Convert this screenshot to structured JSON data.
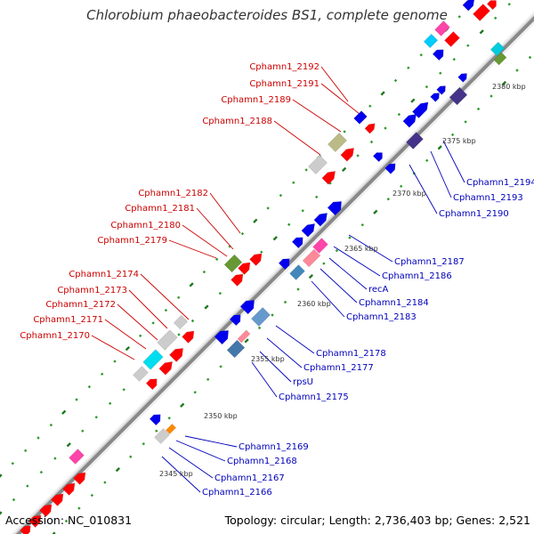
{
  "title": "Chlorobium phaeobacteroides BS1, complete genome",
  "footer": {
    "accession": "Accession: NC_010831",
    "summary": "Topology: circular; Length: 2,736,403 bp; Genes: 2,521"
  },
  "colors": {
    "backbone": "#888888",
    "tick_dot": "#2a8a2a",
    "forward_label": "#cc0000",
    "reverse_label": "#0000bb",
    "connector_red": "#cc0000",
    "connector_blue": "#0000bb"
  },
  "scale_ticks": [
    "2345 kbp",
    "2350 kbp",
    "2355 kbp",
    "2360 kbp",
    "2365 kbp",
    "2370 kbp",
    "2375 kbp",
    "2380 kbp"
  ],
  "forward_labels": [
    "Cphamn1_2192",
    "Cphamn1_2191",
    "Cphamn1_2189",
    "Cphamn1_2188",
    "Cphamn1_2182",
    "Cphamn1_2181",
    "Cphamn1_2180",
    "Cphamn1_2179",
    "Cphamn1_2174",
    "Cphamn1_2173",
    "Cphamn1_2172",
    "Cphamn1_2171",
    "Cphamn1_2170"
  ],
  "reverse_labels": [
    "Cphamn1_2194",
    "Cphamn1_2193",
    "Cphamn1_2190",
    "Cphamn1_2187",
    "Cphamn1_2186",
    "recA",
    "Cphamn1_2184",
    "Cphamn1_2183",
    "Cphamn1_2178",
    "Cphamn1_2177",
    "rpsU",
    "Cphamn1_2175",
    "Cphamn1_2169",
    "Cphamn1_2168",
    "Cphamn1_2167",
    "Cphamn1_2166"
  ]
}
